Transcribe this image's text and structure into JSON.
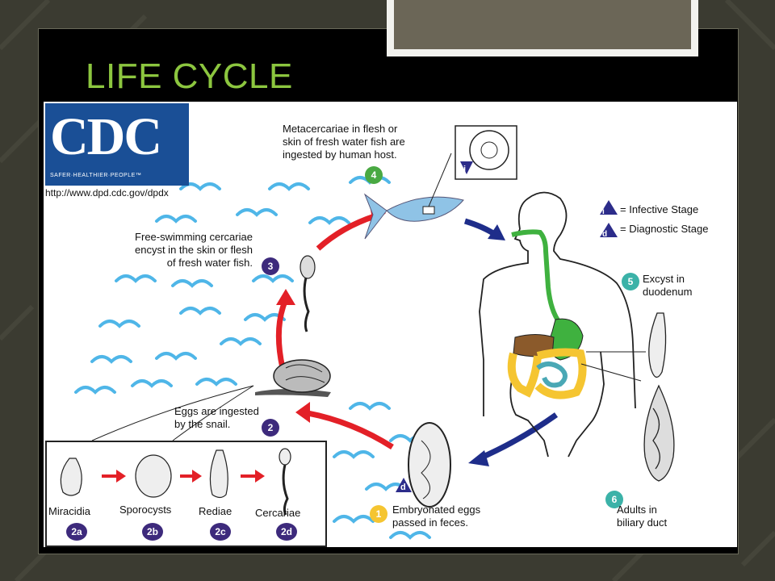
{
  "slide": {
    "title": "LIFE CYCLE"
  },
  "colors": {
    "title": "#8cc63f",
    "cdc_blue": "#1a4f96",
    "arrow_red": "#e32027",
    "arrow_navy": "#1e2d8a",
    "water_blue": "#4fb6e8",
    "liver_brown": "#8b5a2b",
    "intestine_yellow": "#f5c531",
    "stomach_green": "#3fb13f",
    "small_intestine_teal": "#4aa8b5"
  },
  "cdc": {
    "logo_text": "CDC",
    "tagline": "SAFER·HEALTHIER·PEOPLE™",
    "url": "http://www.dpd.cdc.gov/dpdx"
  },
  "legend": {
    "infective": {
      "symbol": "i",
      "label": "= Infective Stage"
    },
    "diagnostic": {
      "symbol": "d",
      "label": "= Diagnostic Stage"
    }
  },
  "stages": {
    "s1": {
      "badge": "1",
      "text_line1": "Embryonated eggs",
      "text_line2": "passed in feces."
    },
    "s2": {
      "badge": "2",
      "text_line1": "Eggs are ingested",
      "text_line2": "by the snail."
    },
    "s3": {
      "badge": "3",
      "text_line1": "Free-swimming cercariae",
      "text_line2": "encyst in the skin or flesh",
      "text_line3": "of fresh water fish."
    },
    "s4": {
      "badge": "4",
      "text_line1": "Metacercariae in flesh or",
      "text_line2": "skin of fresh water fish are",
      "text_line3": "ingested by human host."
    },
    "s5": {
      "badge": "5",
      "text_line1": "Excyst in",
      "text_line2": "duodenum"
    },
    "s6": {
      "badge": "6",
      "text_line1": "Adults in",
      "text_line2": "biliary duct"
    }
  },
  "snail_stages": [
    {
      "label": "Miracidia",
      "badge": "2a"
    },
    {
      "label": "Sporocysts",
      "badge": "2b"
    },
    {
      "label": "Rediae",
      "badge": "2c"
    },
    {
      "label": "Cercariae",
      "badge": "2d"
    }
  ],
  "markers": {
    "egg_diagnostic": "d",
    "fish_infective": "i"
  }
}
